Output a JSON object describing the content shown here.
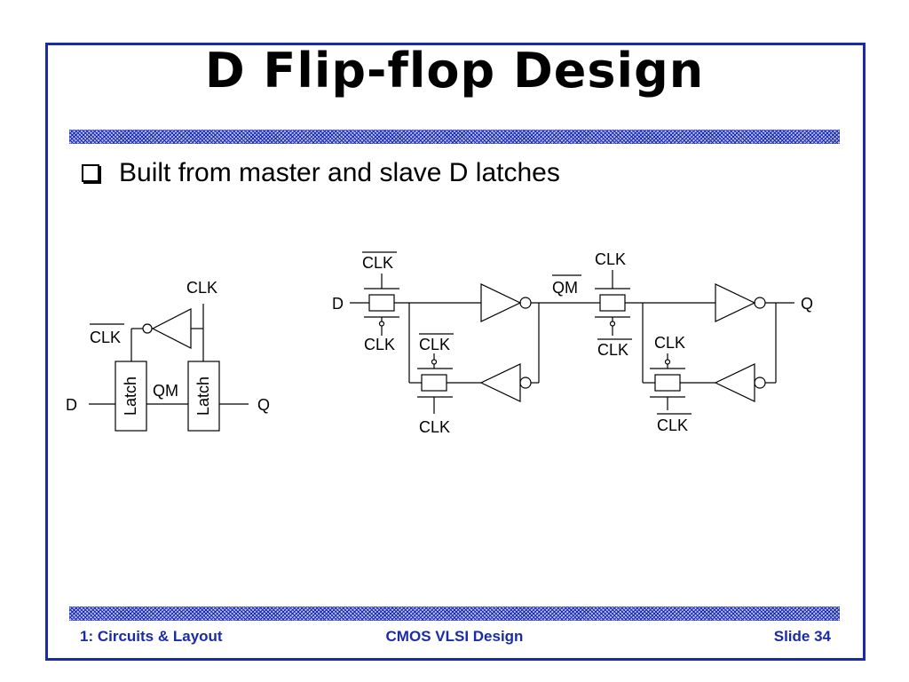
{
  "slide": {
    "title": "D Flip-flop Design",
    "bullet": "Built from master and slave D latches"
  },
  "diagram": {
    "labels": {
      "clk": "CLK",
      "clk_bar": "CLK",
      "d": "D",
      "q": "Q",
      "qm": "QM",
      "latch": "Latch"
    }
  },
  "footer": {
    "left": "1: Circuits & Layout",
    "center": "CMOS VLSI Design",
    "right": "Slide 34"
  },
  "colors": {
    "frame": "#1a2ba8",
    "footer_text": "#1a2ba8"
  }
}
